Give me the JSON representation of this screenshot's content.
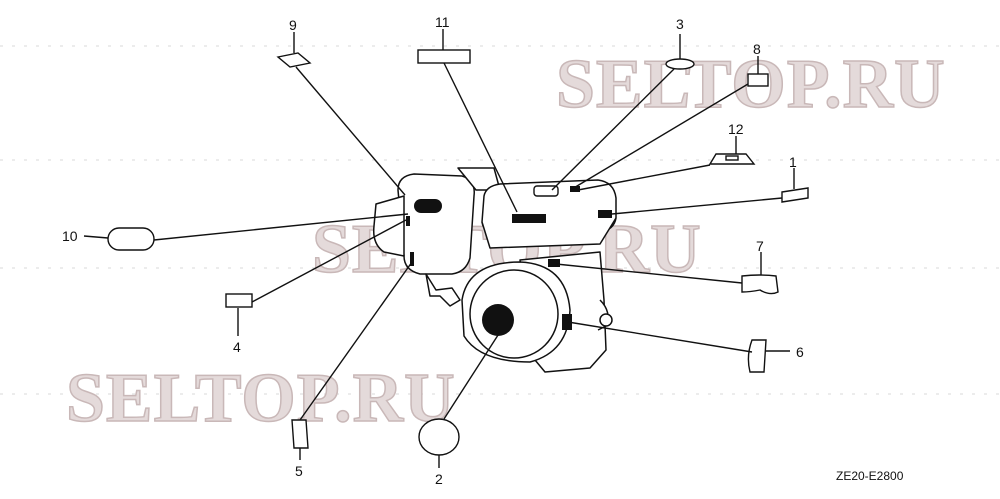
{
  "watermarks": [
    "SELTOP.RU",
    "SELTOP.RU",
    "SELTOP.RU"
  ],
  "callouts": [
    "1",
    "2",
    "3",
    "4",
    "5",
    "6",
    "7",
    "8",
    "9",
    "10",
    "11",
    "12"
  ],
  "diagram_code": "ZE20-E2800",
  "colors": {
    "ink": "#111111",
    "watermark_fill": "#e4dada",
    "watermark_stroke": "#c9b8b8"
  }
}
